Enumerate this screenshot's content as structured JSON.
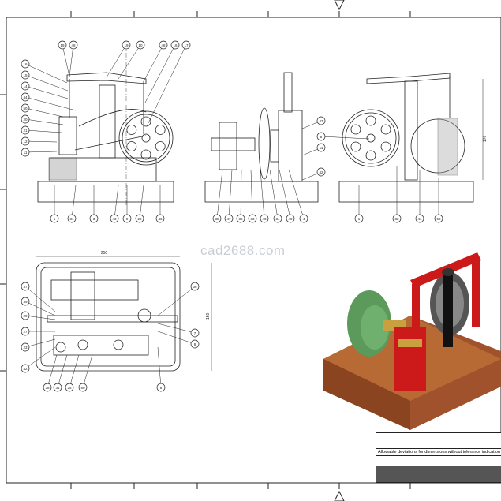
{
  "watermark": "cad2688.com",
  "views": {
    "front": {
      "balloons_top": [
        "19",
        "48",
        "19",
        "10",
        "48",
        "16",
        "17"
      ],
      "balloons_left": [
        "16",
        "15",
        "14",
        "44",
        "50",
        "20",
        "21",
        "12",
        "11"
      ],
      "balloons_bottom": [
        "1",
        "31",
        "3",
        "43",
        "9",
        "28",
        "46"
      ]
    },
    "side": {
      "balloons_bottom": [
        "38",
        "47",
        "35",
        "33",
        "40",
        "34",
        "49",
        "4"
      ],
      "balloons_right": [
        "47",
        "11",
        "42"
      ]
    },
    "rear": {
      "balloons": [
        "8",
        "1",
        "32",
        "41",
        "52"
      ],
      "height_dim": "176"
    },
    "plan": {
      "width_dim": "250",
      "height_dim": "150",
      "balloons_left": [
        "37",
        "39",
        "29",
        "27",
        "23",
        "42"
      ],
      "balloons_bottom": [
        "38",
        "34",
        "35",
        "50"
      ],
      "balloons_right": [
        "36",
        "7",
        "8",
        "6"
      ]
    }
  },
  "title_block": {
    "tolerance_heading": "Allowable deviations for dimensions without tolerance indication (machined)"
  },
  "colors": {
    "base": "#a0522d",
    "frame": "#cc1a1a",
    "housing": "#5b9a5b",
    "brass": "#c8a040"
  }
}
